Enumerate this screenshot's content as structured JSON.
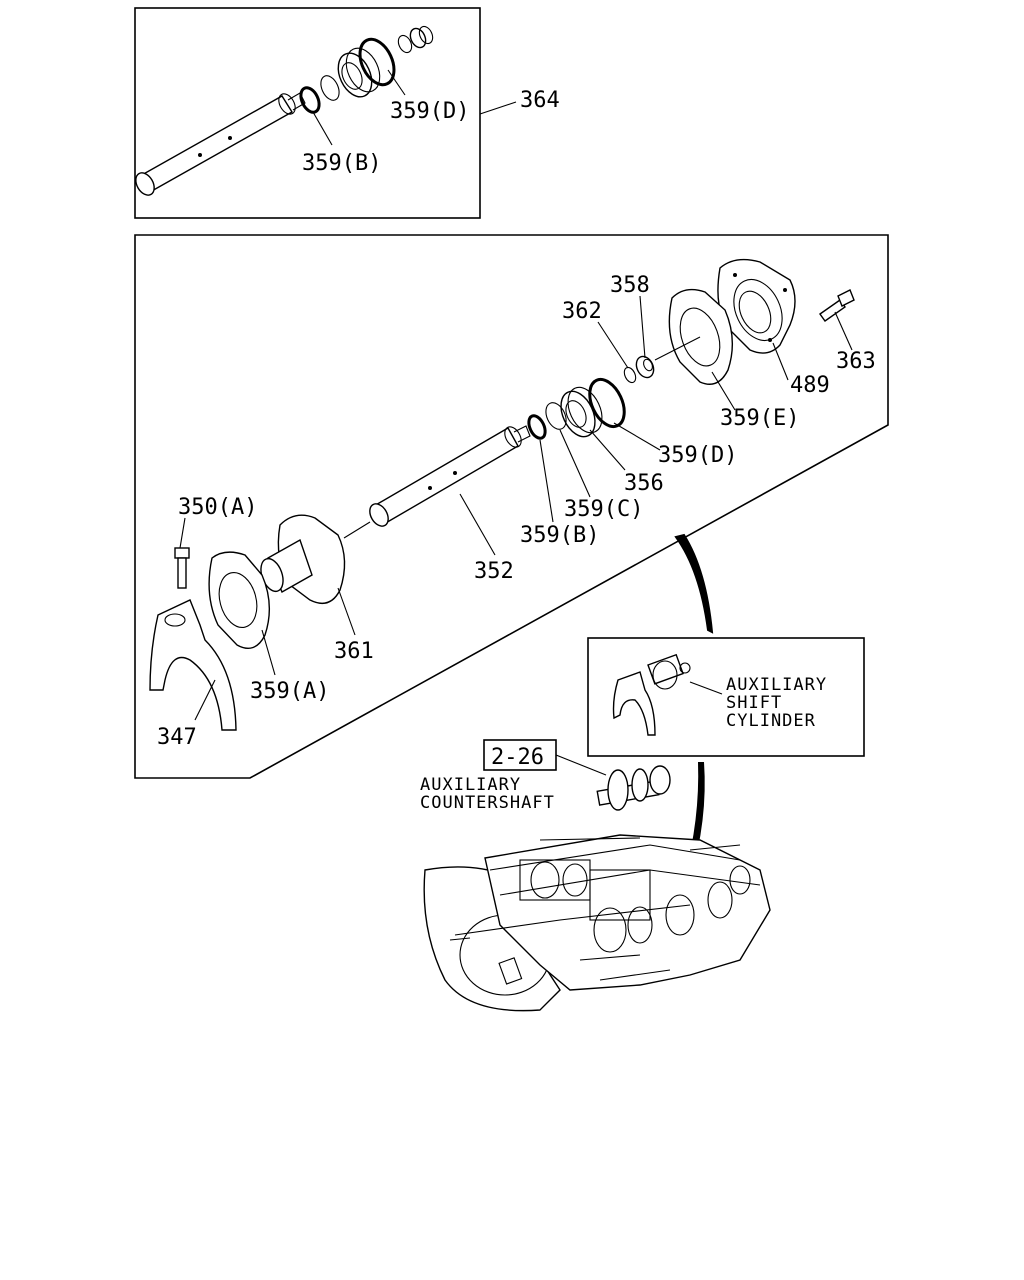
{
  "diagram": {
    "inset_top": {
      "part_364": "364",
      "part_359D": "359(D)",
      "part_359B": "359(B)"
    },
    "main": {
      "part_358": "358",
      "part_362": "362",
      "part_363": "363",
      "part_489": "489",
      "part_359E": "359(E)",
      "part_359D": "359(D)",
      "part_356": "356",
      "part_359C": "359(C)",
      "part_359B": "359(B)",
      "part_352": "352",
      "part_350A": "350(A)",
      "part_361": "361",
      "part_359A": "359(A)",
      "part_347": "347"
    },
    "aux_cylinder_box": {
      "line1": "AUXILIARY",
      "line2": "SHIFT",
      "line3": "CYLINDER"
    },
    "ref_box": "2-26",
    "countershaft": {
      "line1": "AUXILIARY",
      "line2": "COUNTERSHAFT"
    }
  }
}
